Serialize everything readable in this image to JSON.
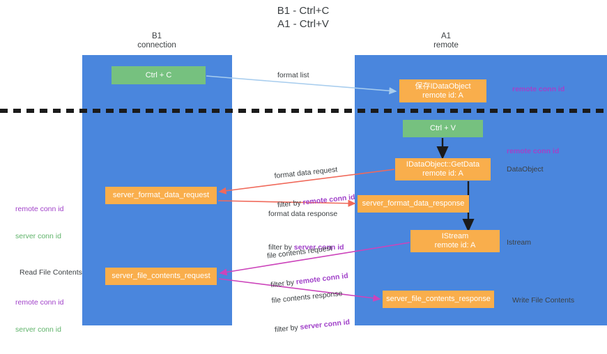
{
  "diagram": {
    "title": "B1 - Ctrl+C\nA1 - Ctrl+V",
    "lanes": [
      {
        "key": "b1",
        "header": "B1\nconnection"
      },
      {
        "key": "a1",
        "header": "A1\nremote"
      }
    ],
    "nodes": {
      "ctrl_c": "Ctrl + C",
      "save_idataobject": "保存IDataObject\nremote id: A",
      "ctrl_v": "Ctrl + V",
      "getdata": "IDataObject::GetData\nremote id: A",
      "server_format_data_request": "server_format_data_request",
      "server_format_data_response": "server_format_data_response",
      "istream": "IStream\nremote id: A",
      "server_file_contents_request": "server_file_contents_request",
      "server_file_contents_response": "server_file_contents_response"
    },
    "edges": {
      "format_list": "format list",
      "format_data_request": "format data request",
      "format_data_request_filter_prefix": "filter by ",
      "format_data_request_filter_key": "remote conn id",
      "format_data_response": "format data response",
      "format_data_response_filter_prefix": "filter by ",
      "format_data_response_filter_key": "server conn id",
      "file_contents_request": "file contents request",
      "file_contents_request_filter_prefix": "filter by ",
      "file_contents_request_filter_key": "remote conn id",
      "file_contents_response": "file contents response",
      "file_contents_response_filter_prefix": "filter by ",
      "file_contents_response_filter_key": "server conn id"
    },
    "annotations": {
      "remote_conn_id_top": "remote conn id",
      "remote_conn_id_mid": "remote conn id",
      "dataobject": "DataObject",
      "istream": "Istream",
      "write_file_contents": "Write File Contents",
      "read_file_contents": "Read File Contents",
      "left_remote_conn_id_1": "remote conn id",
      "left_server_conn_id_1": "server conn id",
      "left_remote_conn_id_2": "remote conn id",
      "left_server_conn_id_2": "server conn id"
    },
    "colors": {
      "lane": "#4a86dd",
      "green_node": "#76c17f",
      "orange_node": "#f9ae4c",
      "purple_text": "#a142c9",
      "green_text": "#5fb36a",
      "arrow_blue": "#a8cdee",
      "arrow_red": "#f0695a",
      "arrow_magenta": "#cc44bb",
      "arrow_black": "#1b1b1b",
      "divider": "#1b1b1b"
    }
  }
}
